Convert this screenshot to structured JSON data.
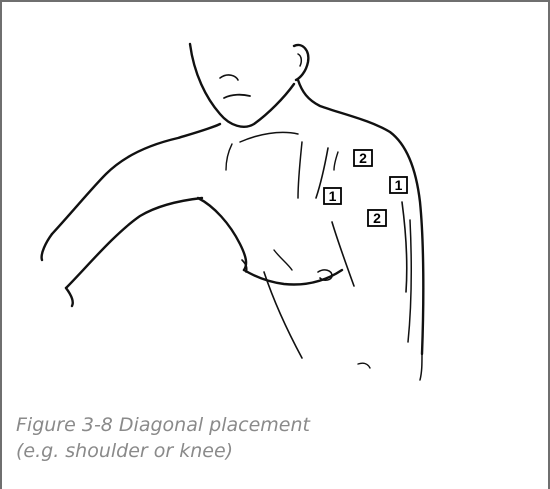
{
  "figure": {
    "electrode_markers": [
      {
        "id": "upper-2",
        "label": "2"
      },
      {
        "id": "mid-1-left",
        "label": "1"
      },
      {
        "id": "mid-1-right",
        "label": "1"
      },
      {
        "id": "lower-2",
        "label": "2"
      }
    ],
    "caption": {
      "line1": "Figure 3-8 Diagonal placement",
      "line2": "(e.g. shoulder or knee)"
    }
  }
}
